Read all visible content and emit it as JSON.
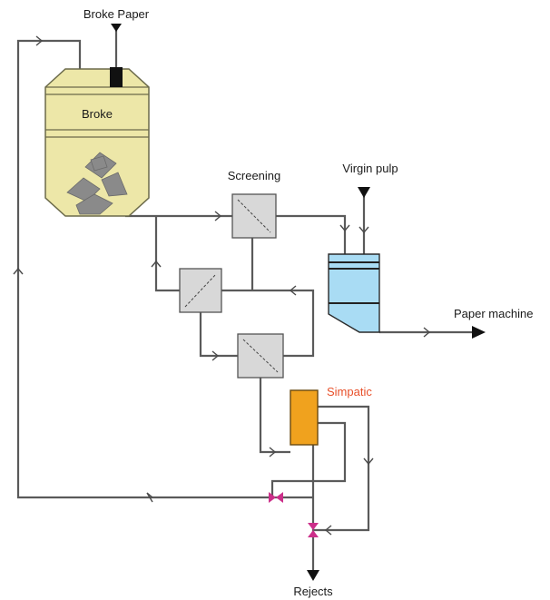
{
  "labels": {
    "broke_paper": "Broke Paper",
    "broke": "Broke",
    "screening": "Screening",
    "virgin_pulp": "Virgin pulp",
    "paper_machine": "Paper machine",
    "simpatic": "Simpatic",
    "rejects": "Rejects"
  },
  "colors": {
    "tank_fill": "#ede7a8",
    "tank_stroke": "#6b6a4a",
    "simpatic_label": "#e8502a",
    "simpatic_fill": "#f0a21e",
    "chest_fill": "#a9dcf4",
    "valve": "#cc2f8a"
  }
}
